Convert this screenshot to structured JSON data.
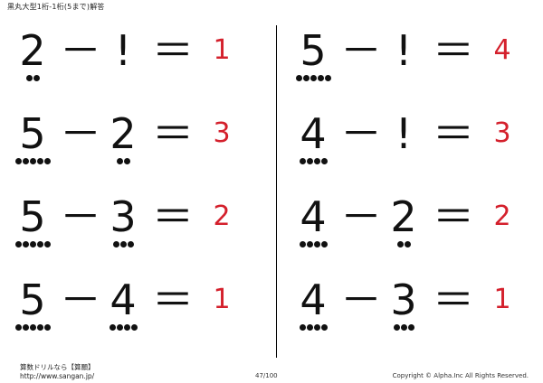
{
  "header": {
    "title": "黒丸大型1桁-1桁(5まで)解答"
  },
  "problems_left": [
    {
      "a": "2",
      "a_dots": 2,
      "op": "－",
      "b": "!",
      "b_dots": 0,
      "eq": "＝",
      "answer": "1"
    },
    {
      "a": "5",
      "a_dots": 5,
      "op": "－",
      "b": "2",
      "b_dots": 2,
      "eq": "＝",
      "answer": "3"
    },
    {
      "a": "5",
      "a_dots": 5,
      "op": "－",
      "b": "3",
      "b_dots": 3,
      "eq": "＝",
      "answer": "2"
    },
    {
      "a": "5",
      "a_dots": 5,
      "op": "－",
      "b": "4",
      "b_dots": 4,
      "eq": "＝",
      "answer": "1"
    }
  ],
  "problems_right": [
    {
      "a": "5",
      "a_dots": 5,
      "op": "－",
      "b": "!",
      "b_dots": 0,
      "eq": "＝",
      "answer": "4"
    },
    {
      "a": "4",
      "a_dots": 4,
      "op": "－",
      "b": "!",
      "b_dots": 0,
      "eq": "＝",
      "answer": "3"
    },
    {
      "a": "4",
      "a_dots": 4,
      "op": "－",
      "b": "2",
      "b_dots": 2,
      "eq": "＝",
      "answer": "2"
    },
    {
      "a": "4",
      "a_dots": 4,
      "op": "－",
      "b": "3",
      "b_dots": 3,
      "eq": "＝",
      "answer": "1"
    }
  ],
  "footer": {
    "brand": "算数ドリルなら【算願】",
    "url": "http://www.sangan.jp/",
    "page": "47/100",
    "copyright": "Copyright © Alpha.Inc All Rights Reserved."
  },
  "colors": {
    "answer": "#d4202c",
    "text": "#111111"
  }
}
